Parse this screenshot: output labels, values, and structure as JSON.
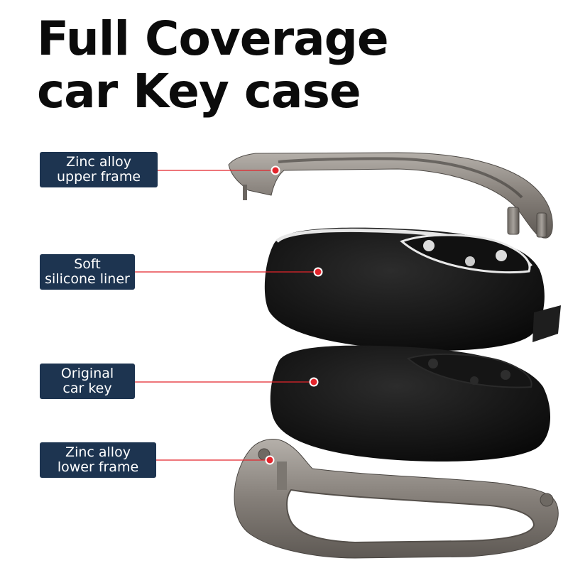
{
  "headline": {
    "line1": "Full Coverage",
    "line2": "car Key case"
  },
  "components": [
    {
      "line1": "Zinc alloy",
      "line2": "upper frame"
    },
    {
      "line1": "Soft",
      "line2": "silicone liner"
    },
    {
      "line1": "Original",
      "line2": "car key"
    },
    {
      "line1": "Zinc alloy",
      "line2": "lower frame"
    }
  ],
  "colors": {
    "label_bg": "#1d3450",
    "pointer": "#e3242b",
    "frame_metal": "#8a8580",
    "silicone": "#1a1a1a"
  }
}
